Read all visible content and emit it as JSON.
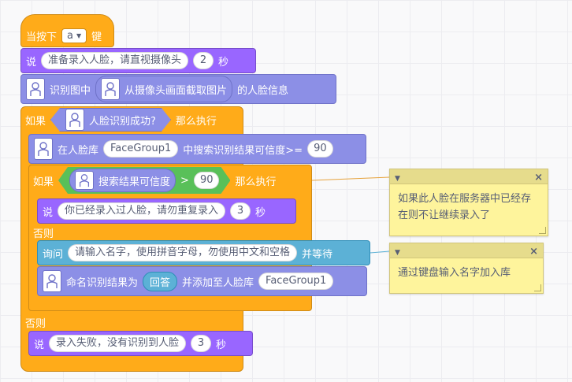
{
  "script": {
    "hat": {
      "label": "当按下",
      "key": "a",
      "suffix": "键"
    },
    "say1": {
      "label": "说",
      "text": "准备录入人脸，请直视摄像头",
      "secs": "2",
      "unit": "秒"
    },
    "recognize": {
      "label": "识别图中",
      "capture_text": "从摄像头画面截取图片",
      "suffix": "的人脸信息"
    },
    "if1": {
      "label": "如果",
      "condition": "人脸识别成功?",
      "then": "那么执行"
    },
    "search": {
      "label": "在人脸库",
      "group": "FaceGroup1",
      "mid": "中搜索识别结果可信度>=",
      "threshold": "90"
    },
    "if2": {
      "label": "如果",
      "reporter": "搜索结果可信度",
      "op": ">",
      "value": "90",
      "then": "那么执行"
    },
    "say2": {
      "label": "说",
      "text": "你已经录入过人脸，请勿重复录入",
      "secs": "3",
      "unit": "秒"
    },
    "else2": {
      "label": "否则"
    },
    "ask": {
      "label": "询问",
      "text": "请输入名字，使用拼音字母，勿使用中文和空格",
      "suffix": "并等待"
    },
    "name": {
      "label": "命名识别结果为",
      "answer": "回答",
      "mid": "并添加至人脸库",
      "group": "FaceGroup1"
    },
    "else1": {
      "label": "否则"
    },
    "say3": {
      "label": "说",
      "text": "录入失败，没有识别到人脸",
      "secs": "3",
      "unit": "秒"
    }
  },
  "comments": [
    {
      "text": "如果此人脸在服务器中已经存在则不让继续录入了"
    },
    {
      "text": "通过键盘输入名字加入库"
    }
  ],
  "colors": {
    "events": "#ffab19",
    "control": "#ffab19",
    "looks": "#9966ff",
    "sensing": "#5cb1d6",
    "extension": "#8c8fe6",
    "comment": "#fef49c"
  }
}
